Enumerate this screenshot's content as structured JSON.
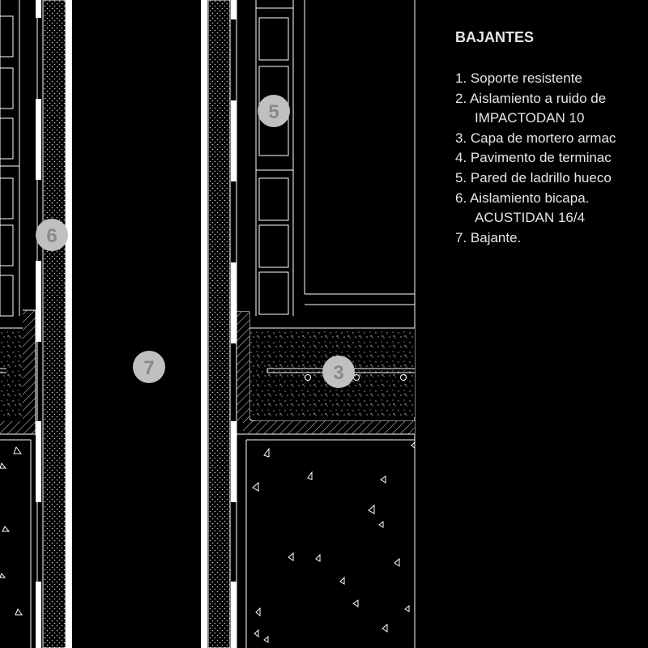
{
  "legend": {
    "title": "BAJANTES",
    "items": [
      {
        "text": "1. Soporte resistente"
      },
      {
        "text": "2. Aislamiento a ruido de",
        "cont": "IMPACTODAN 10"
      },
      {
        "text": "3. Capa de mortero armac"
      },
      {
        "text": "4. Pavimento de terminac"
      },
      {
        "text": "5. Pared de ladrillo hueco"
      },
      {
        "text": "6. Aislamiento bicapa.",
        "cont": "ACUSTIDAN 16/4"
      },
      {
        "text": "7. Bajante."
      }
    ]
  },
  "callouts": {
    "c5": "5",
    "c6": "6",
    "c7": "7",
    "c3": "3"
  },
  "colors": {
    "background": "#000000",
    "line": "#ffffff",
    "callout_fill": "#c0c0c0",
    "callout_text": "#888888"
  }
}
